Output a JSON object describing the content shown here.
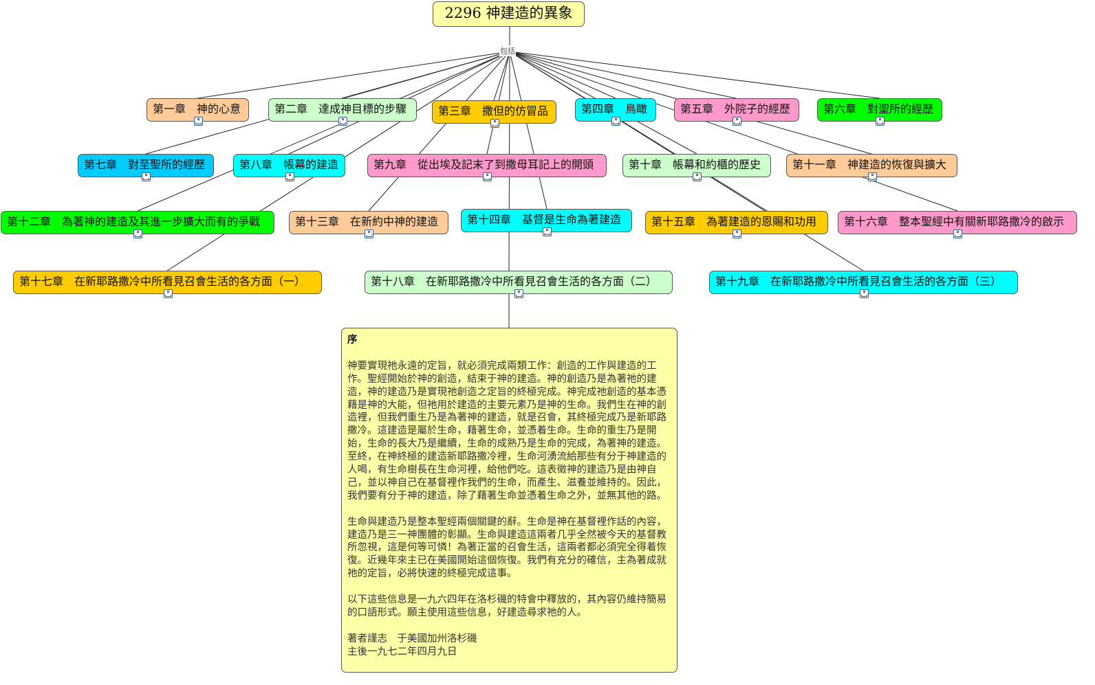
{
  "root": {
    "title": "2296 神建造的異象"
  },
  "link_label": "包括",
  "chapters": [
    {
      "id": "c1",
      "label": "第一章　神的心意",
      "color": "#ffcc99"
    },
    {
      "id": "c2",
      "label": "第二章　達成神目標的步驟",
      "color": "#ccffcc"
    },
    {
      "id": "c3",
      "label": "第三章　撒但的仿冒品",
      "color": "#ffcc00"
    },
    {
      "id": "c4",
      "label": "第四章　鳥瞰",
      "color": "#00ffff"
    },
    {
      "id": "c5",
      "label": "第五章　外院子的經歷",
      "color": "#ff99cc"
    },
    {
      "id": "c6",
      "label": "第六章　對聖所的經歷",
      "color": "#00ff00"
    },
    {
      "id": "c7",
      "label": "第七章　對至聖所的經歷",
      "color": "#00ccff"
    },
    {
      "id": "c8",
      "label": "第八章　帳幕的建造",
      "color": "#00ffff"
    },
    {
      "id": "c9",
      "label": "第九章　從出埃及記末了到撒母耳記上的開頭",
      "color": "#ff99cc"
    },
    {
      "id": "c10",
      "label": "第十章　帳幕和約櫃的歷史",
      "color": "#ccffcc"
    },
    {
      "id": "c11",
      "label": "第十一章　神建造的恢復與擴大",
      "color": "#ffcc99"
    },
    {
      "id": "c12",
      "label": "第十二章　為著神的建造及其進一步擴大而有的爭戰",
      "color": "#00ff00"
    },
    {
      "id": "c13",
      "label": "第十三章　在新約中神的建造",
      "color": "#ffcc99"
    },
    {
      "id": "c14",
      "label": "第十四章　基督是生命為著建造",
      "color": "#00ffff"
    },
    {
      "id": "c15",
      "label": "第十五章　為著建造的恩賜和功用",
      "color": "#ffcc00"
    },
    {
      "id": "c16",
      "label": "第十六章　整本聖經中有關新耶路撒冷的啟示",
      "color": "#ff99cc"
    },
    {
      "id": "c17",
      "label": "第十七章　在新耶路撒冷中所看見召會生活的各方面（一）",
      "color": "#ffcc00"
    },
    {
      "id": "c18",
      "label": "第十八章　在新耶路撒冷中所看見召會生活的各方面（二）",
      "color": "#ccffcc"
    },
    {
      "id": "c19",
      "label": "第十九章　在新耶路撒冷中所看見召會生活的各方面（三）",
      "color": "#00ffff"
    }
  ],
  "preface": {
    "title": "序",
    "paragraphs": [
      "神要實現祂永遠的定旨，就必須完成兩類工作：創造的工作與建造的工作。聖經開始於神的創造，結束于神的建造。神的創造乃是為著祂的建造，神的建造乃是實現祂創造之定旨的終極完成。神完成祂創造的基本憑藉是神的大能，但祂用於建造的主要元素乃是神的生命。我們生在神的創造裡，但我們重生乃是為著神的建造，就是召會，其終極完成乃是新耶路撒冷。這建造是屬於生命，藉著生命，並憑着生命。生命的重生乃是開始，生命的長大乃是繼續，生命的成熟乃是生命的完成，為著神的建造。至終，在神終極的建造新耶路撒冷裡，生命河湧流給那些有分于神建造的人喝，有生命樹長在生命河裡，給他們吃。這表徵神的建造乃是由神自己，並以神自己在基督裡作我們的生命，而產生、滋養並維持的。因此，我們要有分于神的建造，除了藉著生命並憑着生命之外，並無其他的路。",
      "生命與建造乃是整本聖經兩個關鍵的辭。生命是神在基督裡作話的內容，建造乃是三一神團體的彰顯。生命與建造這兩者几乎全然被今天的基督教所忽視，這是何等可憐！為著正當的召會生活，這兩者都必須完全得着恢復。近幾年來主已在美國開始這個恢復。我們有充分的確信，主為著成就祂的定旨，必將快速的終極完成這事。",
      "以下這些信息是一九六四年在洛杉磯的特會中釋放的，其內容仍維持簡易的口語形式。願主使用這些信息，好建造尋求祂的人。"
    ],
    "signature": "著者謹志　于美國加州洛杉磯",
    "date": "主後一九七二年四月九日"
  }
}
